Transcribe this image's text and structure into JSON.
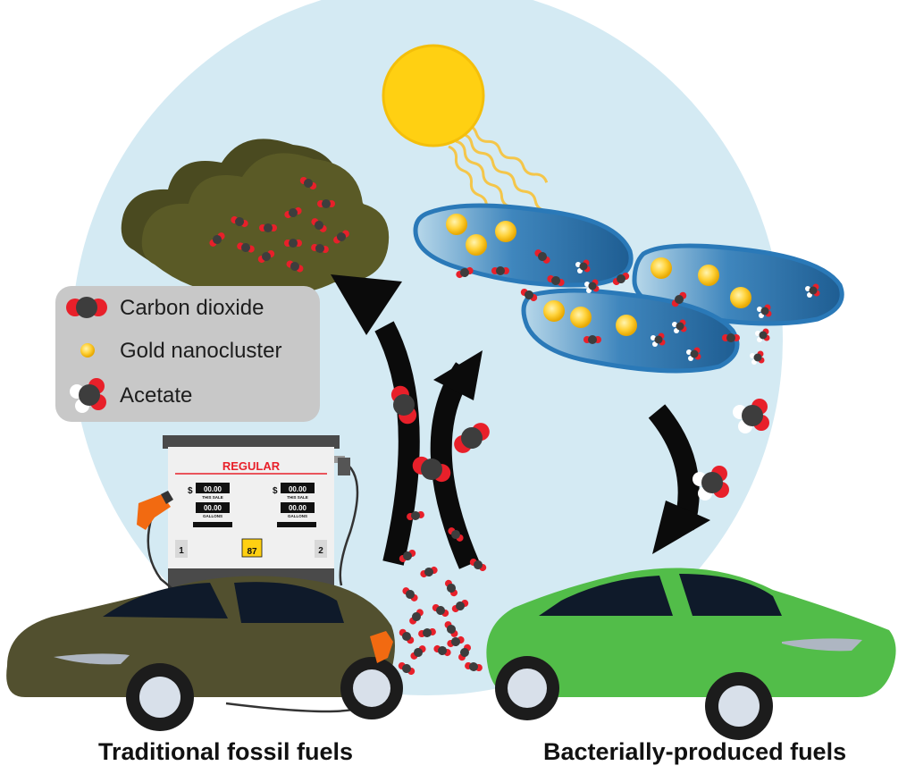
{
  "legend": {
    "items": [
      {
        "label": "Carbon dioxide",
        "icon": "co2-molecule-icon"
      },
      {
        "label": "Gold nanocluster",
        "icon": "gold-nanocluster-icon"
      },
      {
        "label": "Acetate",
        "icon": "acetate-molecule-icon"
      }
    ]
  },
  "pump": {
    "grade": "REGULAR",
    "currency_left": "$",
    "currency_right": "$",
    "sale_left": "00.00",
    "sale_right": "00.00",
    "sale_caption_left": "THIS SALE",
    "sale_caption_right": "THIS SALE",
    "gallons_left": "00.00",
    "gallons_right": "00.00",
    "gallons_caption_left": "GALLONS",
    "gallons_caption_right": "GALLONS",
    "octane": "87",
    "pump_left": "1",
    "pump_right": "2"
  },
  "captions": {
    "left": "Traditional fossil fuels",
    "right": "Bacterially-produced fuels"
  },
  "colors": {
    "sky": "#d4eaf3",
    "sun": "#ffd012",
    "cloud": "#5a5a26",
    "bacteria": "#2e6fa3",
    "gold": "#ffd23a",
    "co2_red": "#e8202a",
    "co2_gray": "#3d3d3d",
    "fossil_car": "#52502f",
    "bio_car": "#52bd49",
    "arrow": "#0b0b0b",
    "legend_bg": "#c8c8c8"
  }
}
